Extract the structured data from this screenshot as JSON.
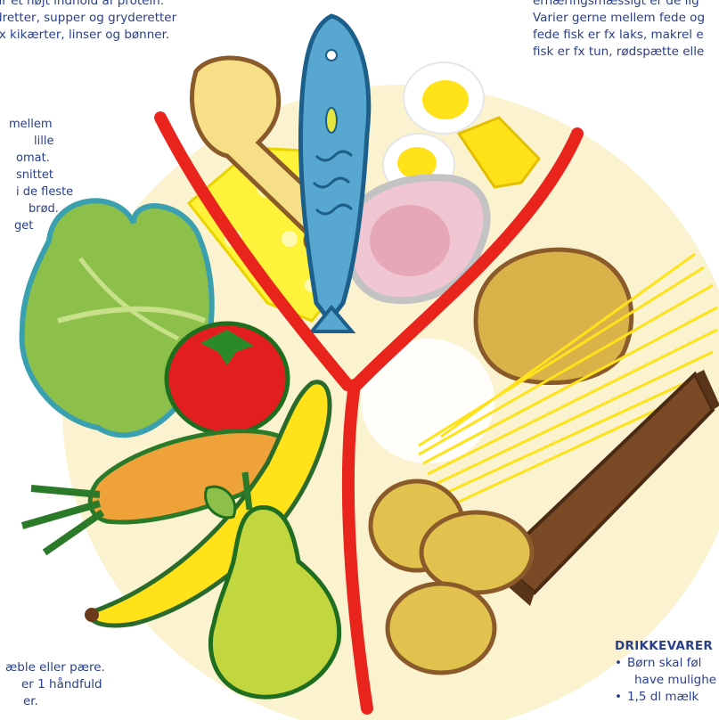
{
  "text_top_left": [
    "ar et højt indhold af protein.",
    "dretter, supper og gryderetter",
    "fx kikærter, linser og bønner."
  ],
  "text_mid_left": [
    "mellem",
    "lille",
    "omat.",
    "snittet",
    "i de fleste",
    "brød.",
    "get"
  ],
  "text_bottom_left": [
    "æble eller pære.",
    "er 1 håndfuld",
    "er."
  ],
  "text_top_right": [
    "ernæringsmæssigt er de lig",
    "Varier gerne mellem fede og",
    "fede fisk er fx laks, makrel e",
    "fisk er fx tun, rødspætte elle"
  ],
  "drinks": {
    "heading": "DRIKKEVARER",
    "bullets": [
      "Børn skal føl",
      "have mulighe",
      "1,5 dl mælk"
    ]
  },
  "colors": {
    "text": "#2a3f8a",
    "plate": "#fbf3d0",
    "divider": "#e8241c"
  }
}
